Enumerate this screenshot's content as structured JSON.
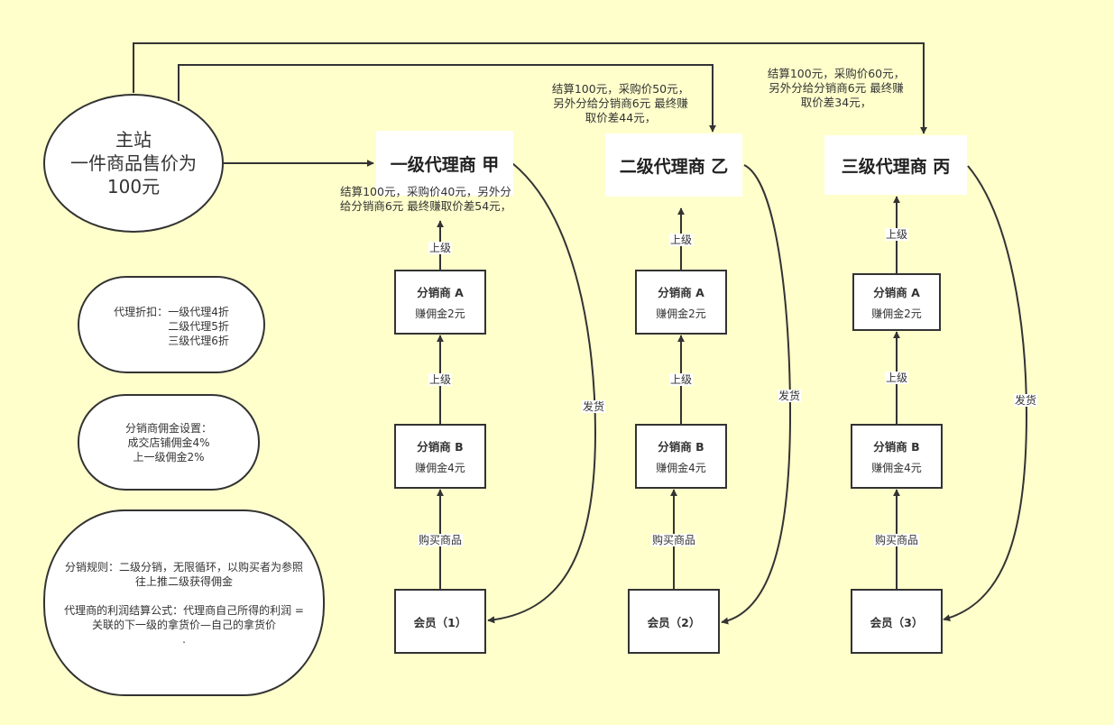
{
  "colors": {
    "background": "#ffffcc",
    "node_fill": "#ffffff",
    "stroke": "#333333"
  },
  "main_site": {
    "lines": [
      "主站",
      "一件商品售价为",
      "100元"
    ]
  },
  "agents": [
    {
      "name": "一级代理商 甲",
      "note": [
        "结算100元，采购价40元，另外分",
        "给分销商6元 最终赚取价差54元，"
      ]
    },
    {
      "name": "二级代理商 乙",
      "note": [
        "结算100元，采购价50元，",
        "另外分给分销商6元 最终赚",
        "取价差44元，"
      ]
    },
    {
      "name": "三级代理商 丙",
      "note": [
        "结算100元，采购价60元，",
        "另外分给分销商6元 最终赚",
        "取价差34元，"
      ]
    }
  ],
  "columns": [
    {
      "distributor_a": {
        "title": "分销商 A",
        "sub": "赚佣金2元"
      },
      "distributor_b": {
        "title": "分销商 B",
        "sub": "赚佣金4元"
      },
      "member": "会员（1）"
    },
    {
      "distributor_a": {
        "title": "分销商 A",
        "sub": "赚佣金2元"
      },
      "distributor_b": {
        "title": "分销商 B",
        "sub": "赚佣金4元"
      },
      "member": "会员（2）"
    },
    {
      "distributor_a": {
        "title": "分销商 A",
        "sub": "赚佣金2元"
      },
      "distributor_b": {
        "title": "分销商 B",
        "sub": "赚佣金4元"
      },
      "member": "会员（3）"
    }
  ],
  "edge_labels": {
    "upper": "上级",
    "buy": "购买商品",
    "ship": "发货"
  },
  "discount_box": {
    "label": "代理折扣：",
    "items": [
      "一级代理4折",
      "二级代理5折",
      "三级代理6折"
    ]
  },
  "commission_box": {
    "lines": [
      "分销商佣金设置：",
      "成交店铺佣金4%",
      "上一级佣金2%"
    ]
  },
  "rules_box": {
    "lines": [
      "分销规则：二级分销，无限循环，以购买者为参照",
      "往上推二级获得佣金",
      "",
      "代理商的利润结算公式：代理商自己所得的利润 =",
      "关联的下一级的拿货价—自己的拿货价",
      "."
    ]
  }
}
